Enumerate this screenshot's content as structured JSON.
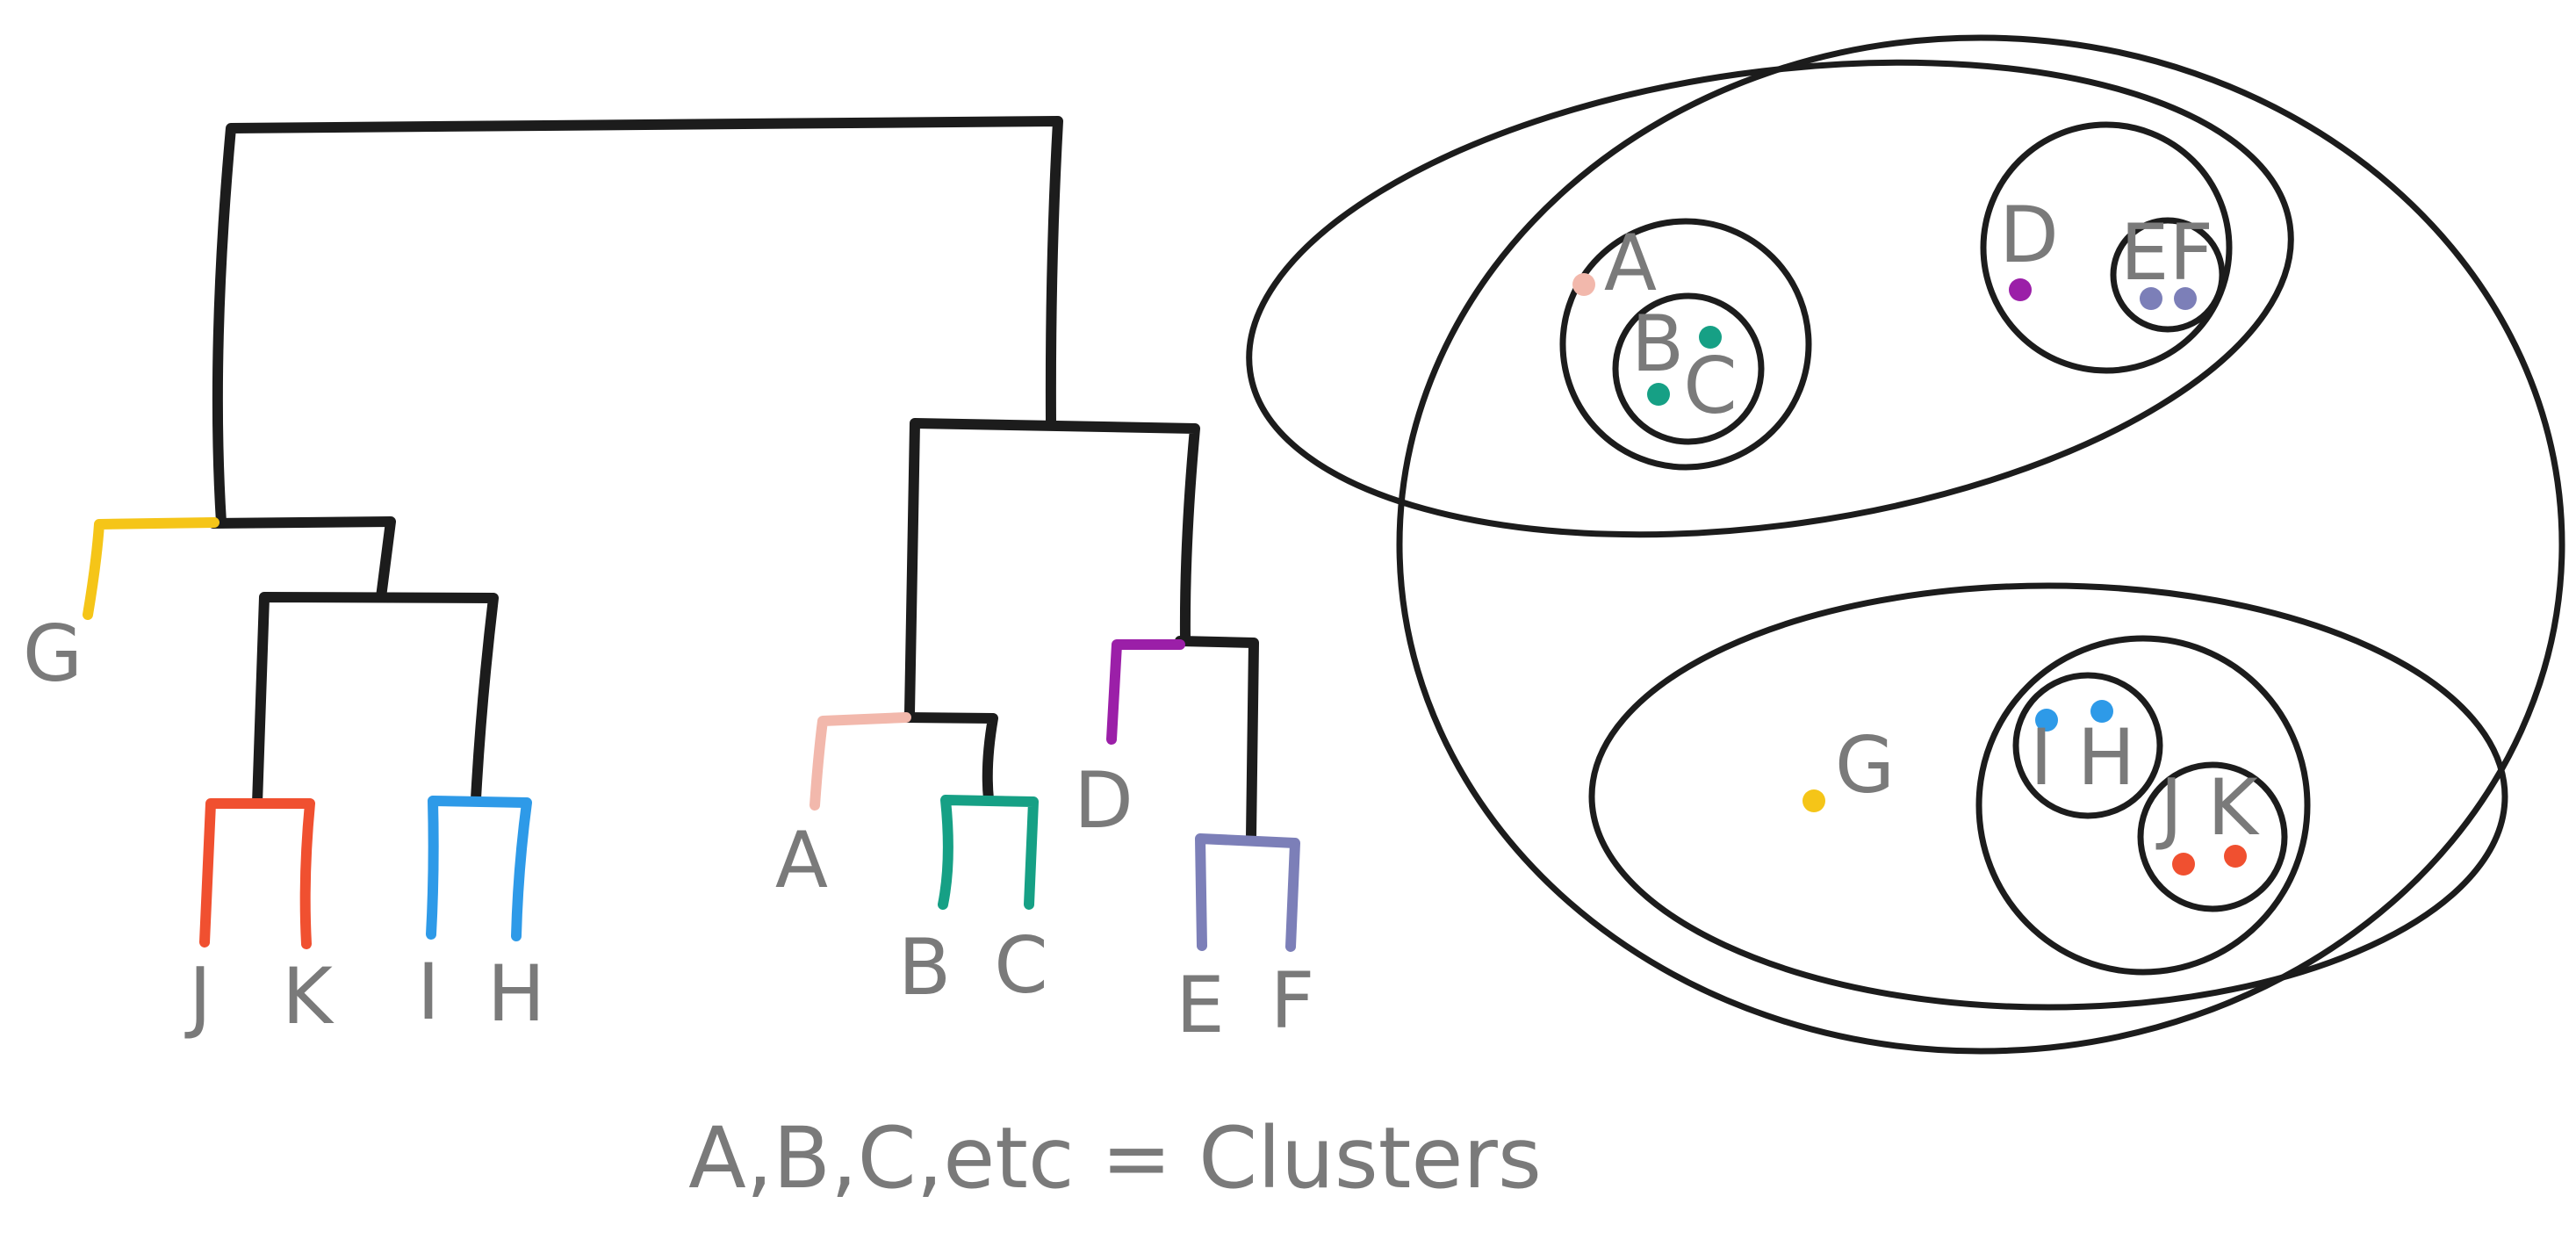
{
  "caption": "A,B,C,etc = Clusters",
  "leaves": {
    "J": "J",
    "K": "K",
    "I": "I",
    "H": "H",
    "G": "G",
    "A": "A",
    "B": "B",
    "C": "C",
    "D": "D",
    "E": "E",
    "F": "F"
  },
  "venn": {
    "A": "A",
    "B": "B",
    "C": "C",
    "D": "D",
    "EF": "EF",
    "G": "G",
    "IH": "I H",
    "JK": "J K"
  },
  "colors": {
    "J": "#f05030",
    "K": "#f05030",
    "I": "#2e9ae8",
    "H": "#2e9ae8",
    "G": "#f5c518",
    "A": "#f2b8ac",
    "B": "#16a085",
    "C": "#16a085",
    "D": "#9b1fa8",
    "E": "#7c7fb8",
    "F": "#7c7fb8",
    "links": "#1c1c1c"
  }
}
